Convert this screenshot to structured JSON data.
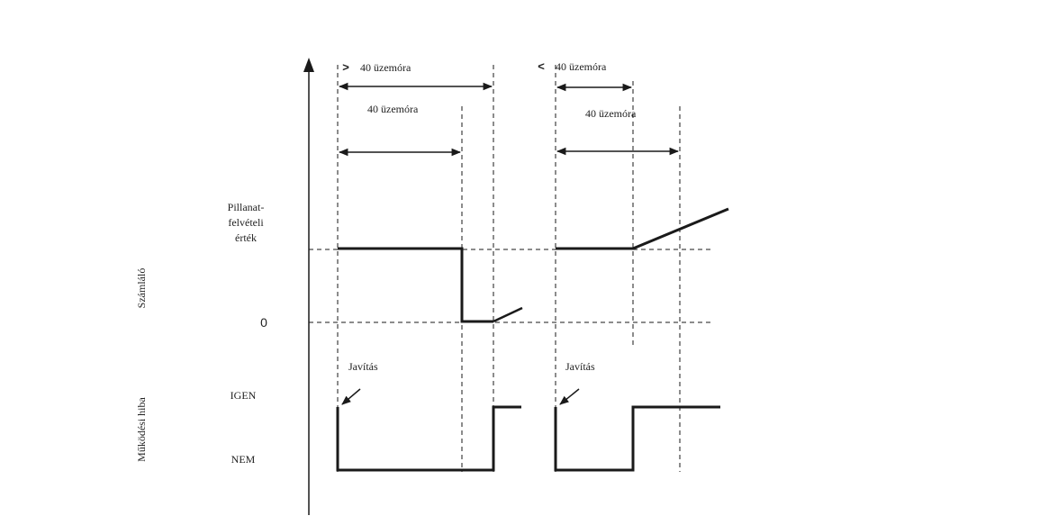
{
  "colors": {
    "ink": "#1a1a1a",
    "background": "#ffffff"
  },
  "counter_axis_label": "Számláló",
  "fault_axis_label": "Működési hiba",
  "snapshot_label_lines": [
    "Pillanat-",
    "felvételi",
    "érték"
  ],
  "zero_label": "0",
  "yes_label": "IGEN",
  "no_label": "NEM",
  "left_case": {
    "top_marker": ">",
    "top_text": "40 üzemóra",
    "inner_text": "40 üzemóra",
    "repair_label": "Javítás"
  },
  "right_case": {
    "top_marker": "<",
    "top_text": "40 üzemóra",
    "inner_text": "40 üzemóra",
    "repair_label": "Javítás"
  }
}
